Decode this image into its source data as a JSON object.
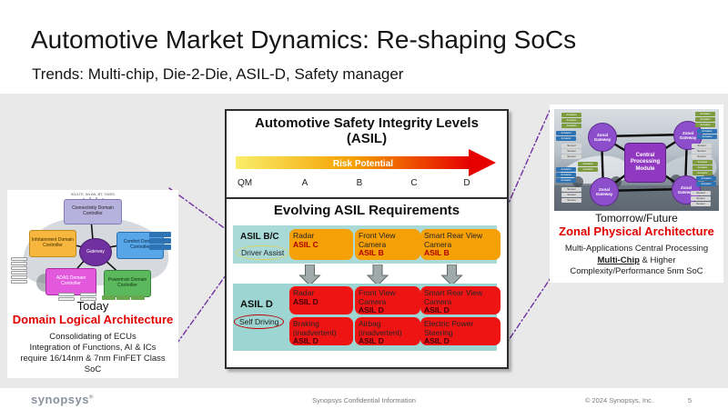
{
  "header": {
    "title": "Automotive Market Dynamics: Re-shaping SoCs",
    "subtitle": "Trends: Multi-chip, Die-2-Die, ASIL-D, Safety manager"
  },
  "asil_panel": {
    "title_line1": "Automotive Safety Integrity Levels",
    "title_line2": "(ASIL)",
    "risk_label": "Risk Potential",
    "scale": [
      "QM",
      "A",
      "B",
      "C",
      "D"
    ],
    "section_title": "Evolving ASIL Requirements",
    "driver_assist": {
      "level": "ASIL B/C",
      "mode": "Driver Assist",
      "boxes": [
        {
          "name": "Radar",
          "asil": "ASIL C"
        },
        {
          "name": "Front View Camera",
          "asil": "ASIL B"
        },
        {
          "name": "Smart Rear View Camera",
          "asil": "ASIL B"
        }
      ]
    },
    "self_driving": {
      "level": "ASIL D",
      "mode": "Self Driving",
      "row1": [
        {
          "name": "Radar",
          "asil": "ASIL D"
        },
        {
          "name": "Front View Camera",
          "asil": "ASIL D"
        },
        {
          "name": "Smart Rear View Camera",
          "asil": "ASIL D"
        }
      ],
      "row2": [
        {
          "name": "Braking (inadvertent)",
          "asil": "ASIL D"
        },
        {
          "name": "Airbag (inadvertent)",
          "asil": "ASIL D"
        },
        {
          "name": "Electric Power Steering",
          "asil": "ASIL D"
        }
      ]
    }
  },
  "today_panel": {
    "heading": "Today",
    "subheading": "Domain Logical Architecture",
    "body_lines": [
      "Consolidating of ECUs",
      "Integration of Functions, AI & ICs",
      "require 16/14nm & 7nm FinFET Class",
      "SoC"
    ],
    "diagram": {
      "top_label": "5G/LTE, WLAN, BT, GNSS",
      "hub": "Gateway",
      "nodes": {
        "connectivity": "Connectivity Domain Controller",
        "infotainment": "Infotainment Domain Controller",
        "comfort": "Comfort Domain Controller",
        "adas": "ADAS Domain Controller",
        "powertrain": "Powertrain Domain Controller"
      }
    }
  },
  "future_panel": {
    "heading": "Tomorrow/Future",
    "subheading": "Zonal Physical Architecture",
    "body_line1": "Multi-Applications Central Processing",
    "body_line2_bold": "Multi-Chip",
    "body_line2_rest": " & Higher",
    "body_line3": "Complexity/Performance 5nm SoC",
    "diagram": {
      "hub": "Central Processing Module",
      "gateway": "Zonal Gateway",
      "chip_actuator": "Actuator",
      "chip_sensor": "Sensor"
    }
  },
  "footer": {
    "logo": "synopsys",
    "logo_reg": "®",
    "confidential": "Synopsys Confidential Information",
    "copyright": "© 2024 Synopsys, Inc.",
    "page": "5"
  },
  "colors": {
    "accent_red": "#e10000",
    "asil_teal_band": "#a9dad8",
    "asil_orange_box": "#f5a007",
    "asil_red_box": "#ee1414",
    "risk_gradient_start": "#f9ee6b",
    "risk_gradient_end": "#e60000",
    "perspective_line_purple": "#7030a0"
  }
}
